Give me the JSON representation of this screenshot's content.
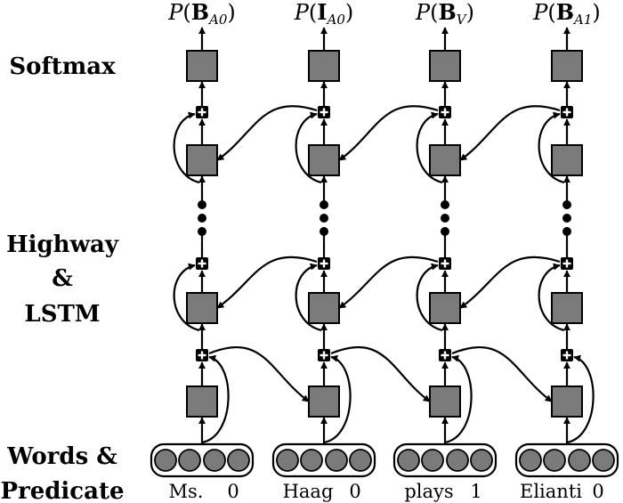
{
  "side_labels": {
    "softmax": "Softmax",
    "highway_1": "Highway",
    "highway_2": "&",
    "highway_3": "LSTM",
    "words_1": "Words &",
    "words_2": "Predicate"
  },
  "columns": [
    {
      "output": {
        "prefix": "P(",
        "bold": "B",
        "sub": "A0",
        "suffix": ")"
      },
      "word": "Ms.",
      "predicate_flag": "0"
    },
    {
      "output": {
        "prefix": "P(",
        "bold": "I",
        "sub": "A0",
        "suffix": ")"
      },
      "word": "Haag",
      "predicate_flag": "0"
    },
    {
      "output": {
        "prefix": "P(",
        "bold": "B",
        "sub": "V",
        "suffix": ")"
      },
      "word": "plays",
      "predicate_flag": "1"
    },
    {
      "output": {
        "prefix": "P(",
        "bold": "B",
        "sub": "A1",
        "suffix": ")"
      },
      "word": "Elianti",
      "predicate_flag": "0"
    }
  ],
  "colors": {
    "box_fill": "#7a7a7a",
    "stroke": "#000000"
  }
}
